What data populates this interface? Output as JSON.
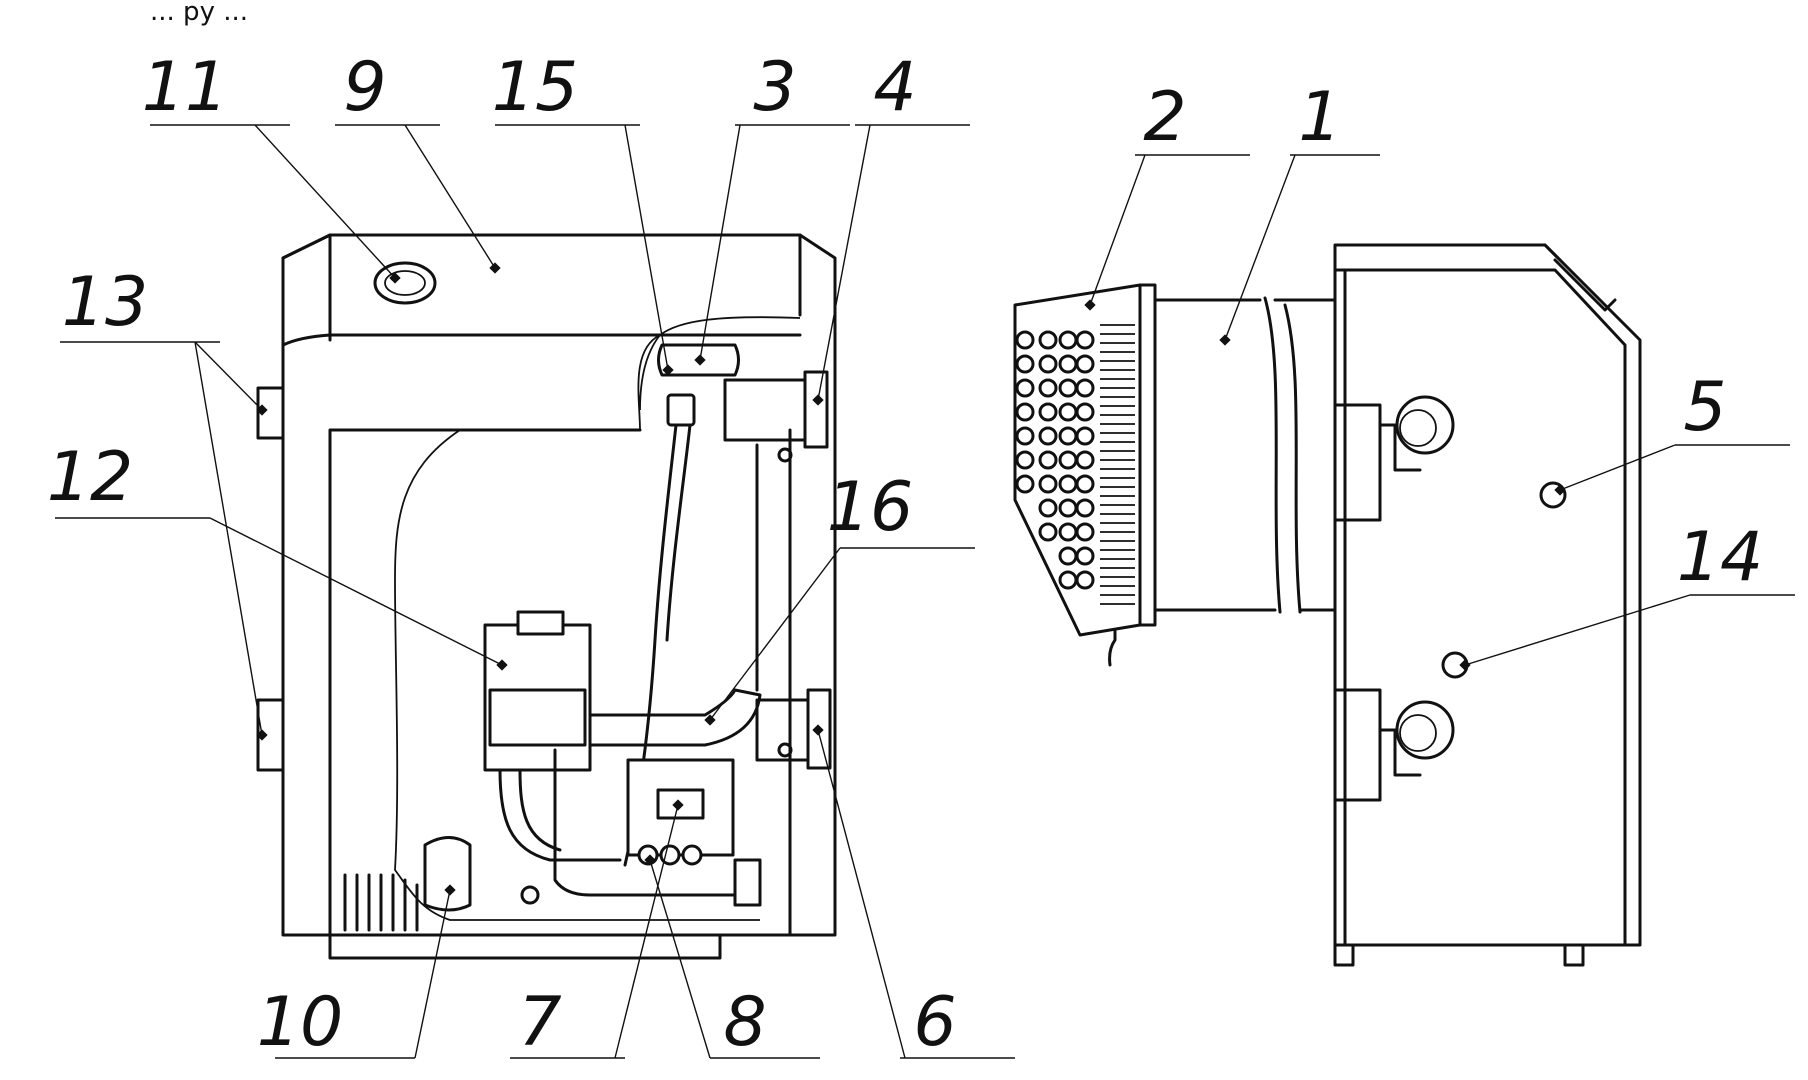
{
  "header_fragment": "... ру ...",
  "callouts": [
    {
      "id": "11",
      "label": "11"
    },
    {
      "id": "9",
      "label": "9"
    },
    {
      "id": "15",
      "label": "15"
    },
    {
      "id": "3",
      "label": "3"
    },
    {
      "id": "4",
      "label": "4"
    },
    {
      "id": "13",
      "label": "13"
    },
    {
      "id": "12",
      "label": "12"
    },
    {
      "id": "16",
      "label": "16"
    },
    {
      "id": "10",
      "label": "10"
    },
    {
      "id": "7",
      "label": "7"
    },
    {
      "id": "8",
      "label": "8"
    },
    {
      "id": "6",
      "label": "6"
    },
    {
      "id": "2",
      "label": "2"
    },
    {
      "id": "1",
      "label": "1"
    },
    {
      "id": "5",
      "label": "5"
    },
    {
      "id": "14",
      "label": "14"
    }
  ],
  "colors": {
    "ink": "#111111",
    "paper": "#ffffff"
  }
}
